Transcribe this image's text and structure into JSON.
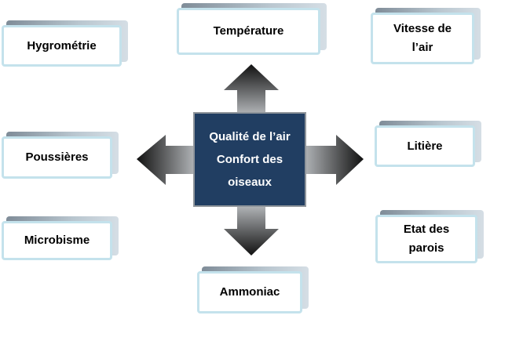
{
  "center": {
    "line1": "Qualité de l’air",
    "line2": "Confort des",
    "line3": "oiseaux"
  },
  "factors": {
    "temperature": "Température",
    "vitesse_line1": "Vitesse de",
    "vitesse_line2": "l’air",
    "hygrometrie": "Hygrométrie",
    "poussieres": "Poussières",
    "litiere": "Litière",
    "microbisme": "Microbisme",
    "etat_line1": "Etat des",
    "etat_line2": "parois",
    "ammoniac": "Ammoniac"
  },
  "colors": {
    "center_fill": "#213e62",
    "card_border": "#c4e2ec",
    "arrow_dark": "#111111",
    "arrow_light": "#aeb1b4"
  }
}
